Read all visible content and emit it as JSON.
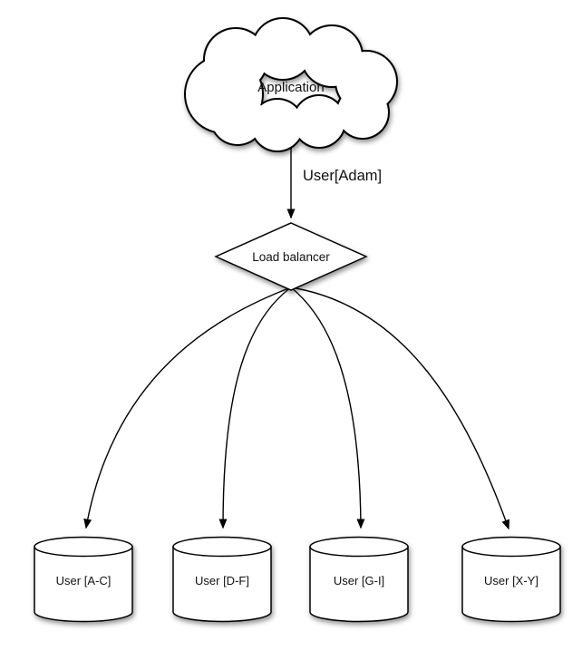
{
  "diagram": {
    "application": {
      "label": "Application"
    },
    "request_edge": {
      "label": "User[Adam]"
    },
    "load_balancer": {
      "label": "Load balancer"
    },
    "shards": [
      {
        "label": "User [A-C]"
      },
      {
        "label": "User [D-F]"
      },
      {
        "label": "User [G-I]"
      },
      {
        "label": "User [X-Y]"
      }
    ]
  },
  "colors": {
    "stroke": "#000000",
    "shape_fill": "#ffffff",
    "background": "#ffffff",
    "text": "#111111"
  }
}
